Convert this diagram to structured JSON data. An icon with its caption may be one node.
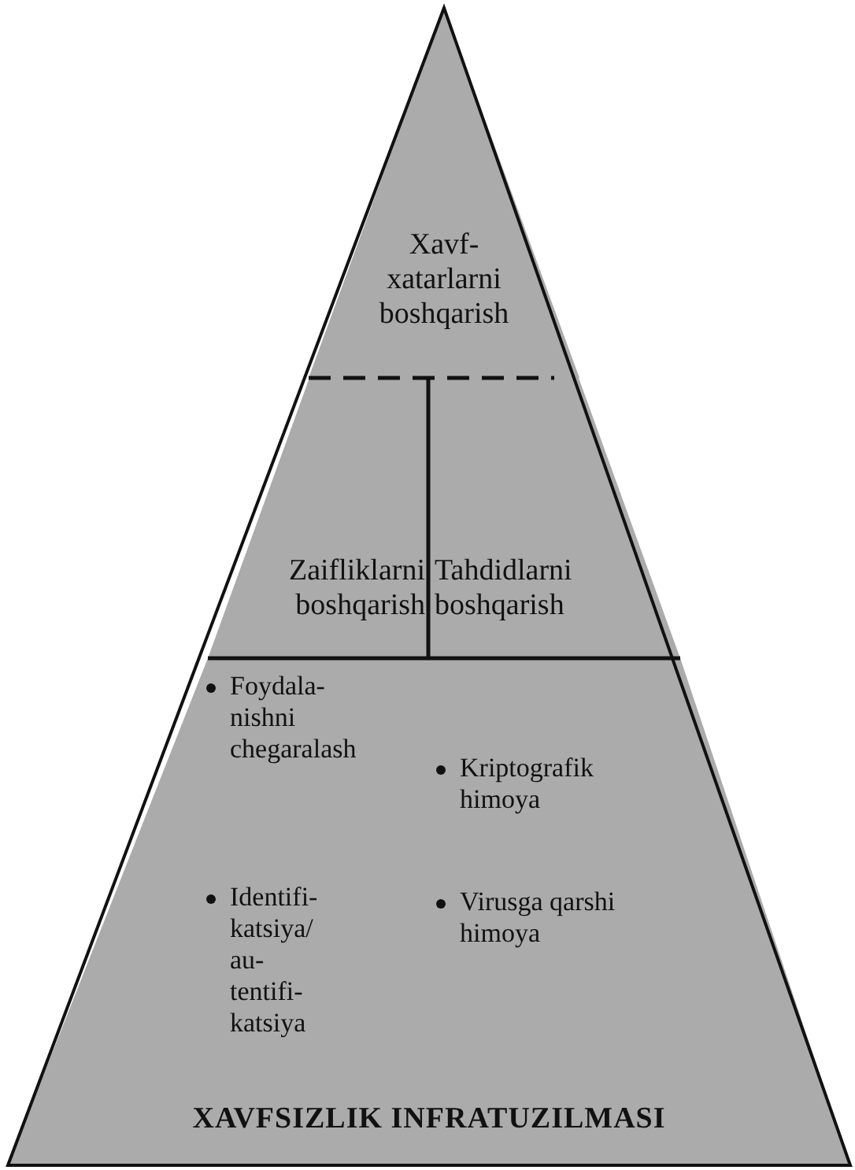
{
  "diagram": {
    "nodes": [
      {
        "text": [
          "Xavf- xatarlarni boshqarish"
        ]
      },
      {
        "text": [
          "Zaifliklarni boshqarish"
        ]
      },
      {
        "text": [
          "Tahdidlarni boshqarish"
        ]
      },
      {
        "text": [
          "Foydala- nishni chegaralash",
          "Identifi- katsiya/ au- tentifi- katsiya",
          "Kriptografik himoya",
          "Virusga qarshi himoya",
          "XAVFSIZLIK INFRATUZILMASI"
        ]
      }
    ],
    "edges": []
  }
}
